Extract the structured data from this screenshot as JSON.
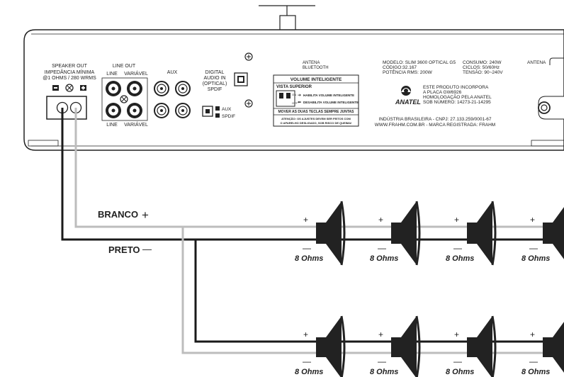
{
  "panel": {
    "speaker_out": {
      "title": "SPEAKER OUT",
      "line1": "IMPEDÂNCIA MÍNIMA",
      "line2": "@1 OHMS / 280 WRMS"
    },
    "line_out": {
      "title": "LINE OUT",
      "top_left": "LINE",
      "top_right": "VARIÁVEL",
      "bottom_left": "LINE",
      "bottom_right": "VARIÁVEL"
    },
    "aux": {
      "title": "AUX"
    },
    "digital": {
      "l1": "DIGITAL",
      "l2": "AUDIO IN",
      "l3": "(OPTICAL)",
      "l4": "SPDIF"
    },
    "switch": {
      "aux": "AUX",
      "spdif": "SPDIF"
    },
    "antenna_bt": {
      "l1": "ANTENA",
      "l2": "BLUETOOTH"
    },
    "volume": {
      "title": "VOLUME INTELIGENTE",
      "vista": "VISTA SUPERIOR",
      "on_label": "HABILITA VOLUME INTELIGENTE",
      "off_label": "DESABILITA VOLUME INTELIGENTE",
      "switch_on": "ON",
      "switch_off": "OFF",
      "move": "MOVER AS DUAS TECLAS SEMPRE JUNTAS",
      "warn1": "ATENÇÃO: OS AJUSTES DEVEM SER FEITOS COM",
      "warn2": "O APARELHO DESLIGADO, SOB RISCO DE QUEIMA!"
    },
    "model": {
      "modelo": "MODELO: SLIM 3600 OPTICAL G5",
      "codigo": "CÓDIGO:32.167",
      "potencia": "POTÊNCIA RMS: 200W",
      "consumo": "CONSUMO: 240W",
      "ciclos": "CICLOS: 50/60Hz",
      "tensao": "TENSÃO: 90~240V"
    },
    "anatel": {
      "logo": "ANATEL",
      "l1": "ESTE PRODUTO INCORPORA",
      "l2": "A PLACA GW6926",
      "l3": "HOMOLOGAÇÃO PELA ANATEL",
      "l4": "SOB NÚMERO:  14273-21-14295"
    },
    "industry": {
      "l1": "INDÚSTRIA BRASILEIRA - CNPJ: 27.133.259/0001-67",
      "l2": "WWW.FRAHM.COM.BR - MARCA REGISTRADA: FRAHM"
    },
    "antenna": "ANTENA"
  },
  "wires": {
    "white_label": "BRANCO",
    "white_sign": "+",
    "black_label": "PRETO",
    "black_sign": "—"
  },
  "speakers": {
    "impedance": "8 Ohms",
    "plus": "+",
    "minus": "—"
  },
  "colors": {
    "white_wire": "#bdbdbd",
    "black_wire": "#1a1a1a",
    "speaker": "#222222"
  }
}
